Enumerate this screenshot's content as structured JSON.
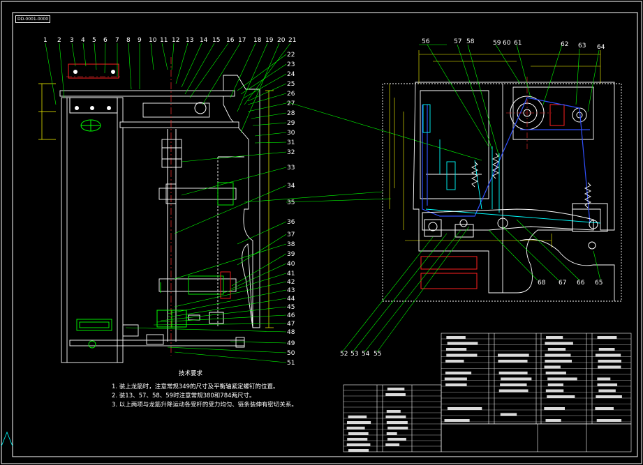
{
  "colors": {
    "background": "#000000",
    "frame": "#ffffff",
    "leader": "#00ff00",
    "mechanism": "#00ffff",
    "chain": "#3050ff",
    "part": "#ff2020",
    "yellow": "#ffff00",
    "dimension": "#ffff00",
    "centerline": "#ff3030"
  },
  "drawing_tag": "DD-0001-0000",
  "left_labels_top": [
    "1",
    "2",
    "3",
    "4",
    "5",
    "6",
    "7",
    "8",
    "9",
    "10",
    "11",
    "12",
    "13",
    "14",
    "15",
    "16",
    "17",
    "18",
    "19",
    "20",
    "21"
  ],
  "left_labels_right": [
    "22",
    "23",
    "24",
    "25",
    "26",
    "27",
    "28",
    "29",
    "30",
    "31",
    "32",
    "33",
    "34",
    "35",
    "36",
    "37",
    "38",
    "39",
    "40",
    "41",
    "42",
    "43",
    "44",
    "45",
    "46",
    "47",
    "48",
    "49",
    "50",
    "51"
  ],
  "right_labels_top": [
    "56",
    "57",
    "58",
    "59",
    "60",
    "61",
    "62",
    "63",
    "64"
  ],
  "right_labels_bottom": [
    "68",
    "67",
    "66",
    "65"
  ],
  "bottom_labels": [
    "52",
    "53",
    "54",
    "55"
  ],
  "tech_requirements": {
    "heading": "技术要求",
    "items": [
      "1. 装上龙筋时，注意常规349的尺寸及平衡轴紧定螺钉的位置。",
      "2. 装13、57、58、59时注意常规380和784两尺寸。",
      "3. 以上两项与龙筋升降运动各受杆的受力均匀、链条装伸有密切关系。"
    ]
  }
}
